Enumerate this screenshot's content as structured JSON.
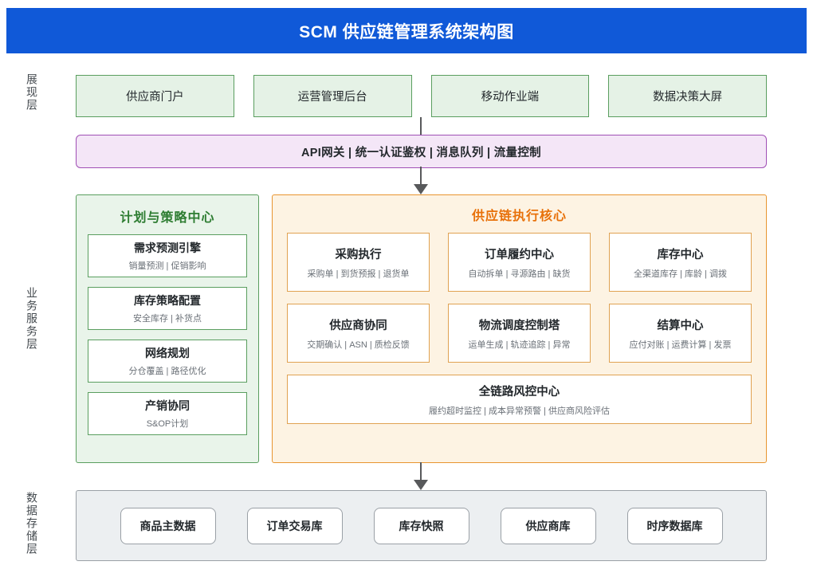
{
  "title": "SCM 供应链管理系统架构图",
  "colors": {
    "title_bar": "#1059d8",
    "presentation_border": "#5a9e5f",
    "presentation_fill": "#e5f2e6",
    "api_border": "#a04fb5",
    "api_fill": "#f4e6f7",
    "plan_accent": "#2e7d32",
    "exec_accent": "#e8710a",
    "exec_fill": "#fdf3e3",
    "data_fill": "#eceff1",
    "data_border": "#9aa0a6",
    "connector": "#58595b"
  },
  "layers": {
    "presentation_label": "展现层",
    "business_label": "业务服务层",
    "data_label": "数据存储层"
  },
  "presentation": {
    "boxes": [
      {
        "label": "供应商门户"
      },
      {
        "label": "运营管理后台"
      },
      {
        "label": "移动作业端"
      },
      {
        "label": "数据决策大屏"
      }
    ]
  },
  "api_gateway": {
    "label": "API网关 | 统一认证鉴权 | 消息队列 | 流量控制"
  },
  "planning_center": {
    "title": "计划与策略中心",
    "cards": [
      {
        "heading": "需求预测引擎",
        "sub": "销量预测 | 促销影响"
      },
      {
        "heading": "库存策略配置",
        "sub": "安全库存 | 补货点"
      },
      {
        "heading": "网络规划",
        "sub": "分仓覆盖 | 路径优化"
      },
      {
        "heading": "产销协同",
        "sub": "S&OP计划"
      }
    ]
  },
  "execution_core": {
    "title": "供应链执行核心",
    "row1": [
      {
        "heading": "采购执行",
        "sub": "采购单 | 到货预报 | 退货单"
      },
      {
        "heading": "订单履约中心",
        "sub": "自动拆单 | 寻源路由 | 缺货"
      },
      {
        "heading": "库存中心",
        "sub": "全渠道库存 | 库龄 | 调拨"
      }
    ],
    "row2": [
      {
        "heading": "供应商协同",
        "sub": "交期确认 | ASN | 质检反馈"
      },
      {
        "heading": "物流调度控制塔",
        "sub": "运单生成 | 轨迹追踪 | 异常"
      },
      {
        "heading": "结算中心",
        "sub": "应付对账 | 运费计算 | 发票"
      }
    ],
    "wide": {
      "heading": "全链路风控中心",
      "sub": "履约超时监控 | 成本异常预警 | 供应商风险评估"
    }
  },
  "data_storage": {
    "boxes": [
      {
        "label": "商品主数据"
      },
      {
        "label": "订单交易库"
      },
      {
        "label": "库存快照"
      },
      {
        "label": "供应商库"
      },
      {
        "label": "时序数据库"
      }
    ]
  }
}
